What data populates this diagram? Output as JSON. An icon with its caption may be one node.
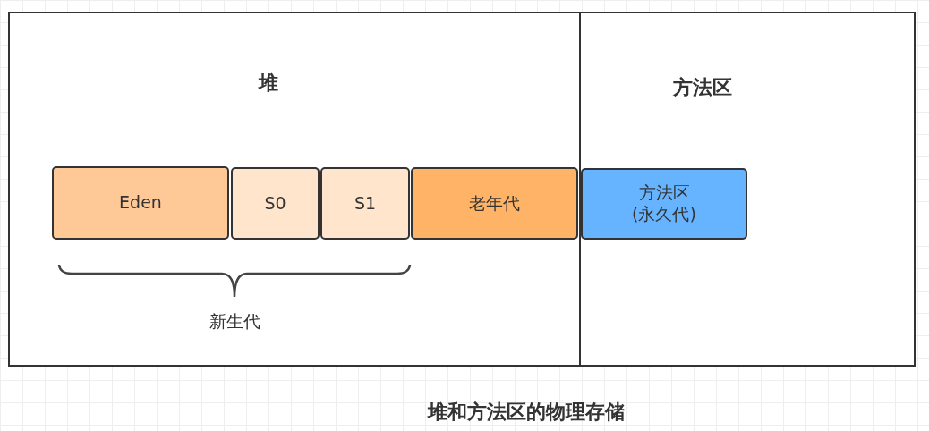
{
  "diagram": {
    "caption": "堆和方法区的物理存储",
    "nodes": [
      {
        "text": [
          "堆"
        ]
      },
      {
        "text": [
          "Eden"
        ],
        "in": 0
      },
      {
        "text": [
          "S0"
        ],
        "in": 0
      },
      {
        "text": [
          "S1"
        ],
        "in": 0
      },
      {
        "text": [
          "老年代"
        ],
        "in": 0
      },
      {
        "text": [
          "方法区"
        ]
      },
      {
        "text": [
          "方法区(永久代)"
        ],
        "in": 5
      }
    ],
    "labels": [
      "新生代"
    ]
  }
}
